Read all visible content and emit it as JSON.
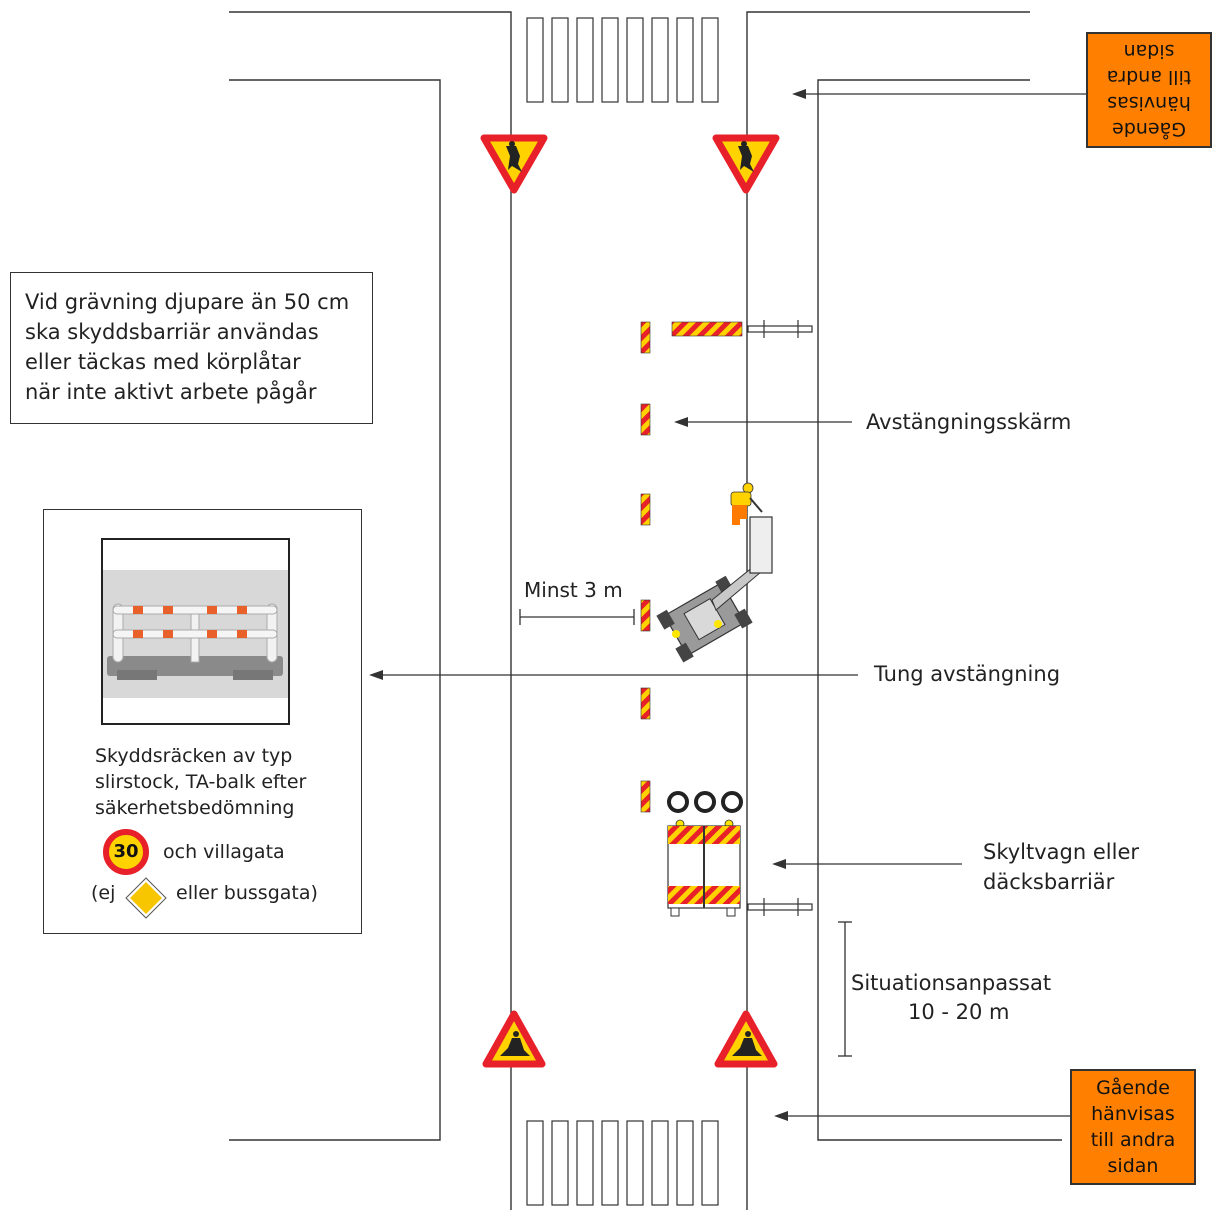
{
  "note": {
    "lines": [
      "Vid grävning djupare än 50 cm",
      "ska skyddsbarriär användas",
      "eller täckas med körplåtar",
      "när inte aktivt arbete pågår"
    ]
  },
  "labels": {
    "screen": "Avstängningsskärm",
    "heavy": "Tung avstängning",
    "trailer_line1": "Skyltvagn eller",
    "trailer_line2": "däcksbarriär",
    "situation_line1": "Situationsanpassat",
    "situation_line2": "10 - 20 m",
    "min_distance": "Minst 3 m"
  },
  "barrier_info": {
    "line1": "Skyddsräcken av typ",
    "line2": "slirstock, TA-balk efter",
    "line3": "säkerhetsbedömning",
    "speed_value": "30",
    "speed_suffix": "och villagata",
    "prefix": "(ej",
    "suffix": "eller bussgata)"
  },
  "pedestrian_sign": {
    "lines": [
      "Gående",
      "hänvisas",
      "till andra",
      "sidan"
    ]
  },
  "colors": {
    "sign_orange": "#ff8000",
    "warning_red": "#e8202a",
    "warning_yellow": "#ffd200",
    "priority_yellow": "#f7c600"
  },
  "icons": {
    "yield_sign": "yield-triangle-icon",
    "roadwork_sign": "roadwork-triangle-icon",
    "worker": "worker-icon",
    "lift": "aerial-lift-icon",
    "barrier_photo": "barrier-photo-icon"
  }
}
